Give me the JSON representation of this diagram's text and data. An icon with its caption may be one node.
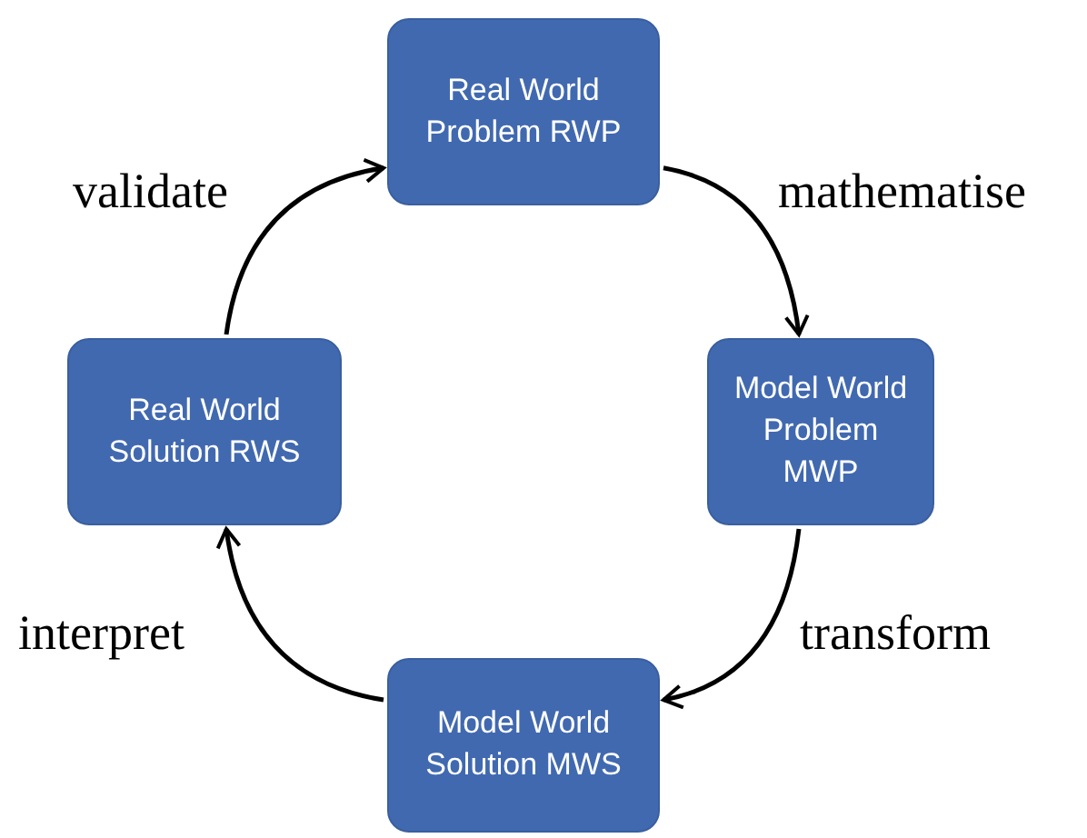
{
  "diagram": {
    "nodes": [
      {
        "text": [
          "Real World Problem RWP"
        ]
      },
      {
        "text": [
          "Model World Problem MWP"
        ]
      },
      {
        "text": [
          "Model World Solution MWS"
        ]
      },
      {
        "text": [
          "Real World Solution RWS"
        ]
      }
    ],
    "edges": [
      {
        "from": 0,
        "to": 1,
        "arrow": "to",
        "label": "mathematise"
      },
      {
        "from": 1,
        "to": 2,
        "arrow": "to",
        "label": "transform"
      },
      {
        "from": 2,
        "to": 3,
        "arrow": "to",
        "label": "interpret"
      },
      {
        "from": 3,
        "to": 0,
        "arrow": "to",
        "label": "validate"
      }
    ]
  }
}
